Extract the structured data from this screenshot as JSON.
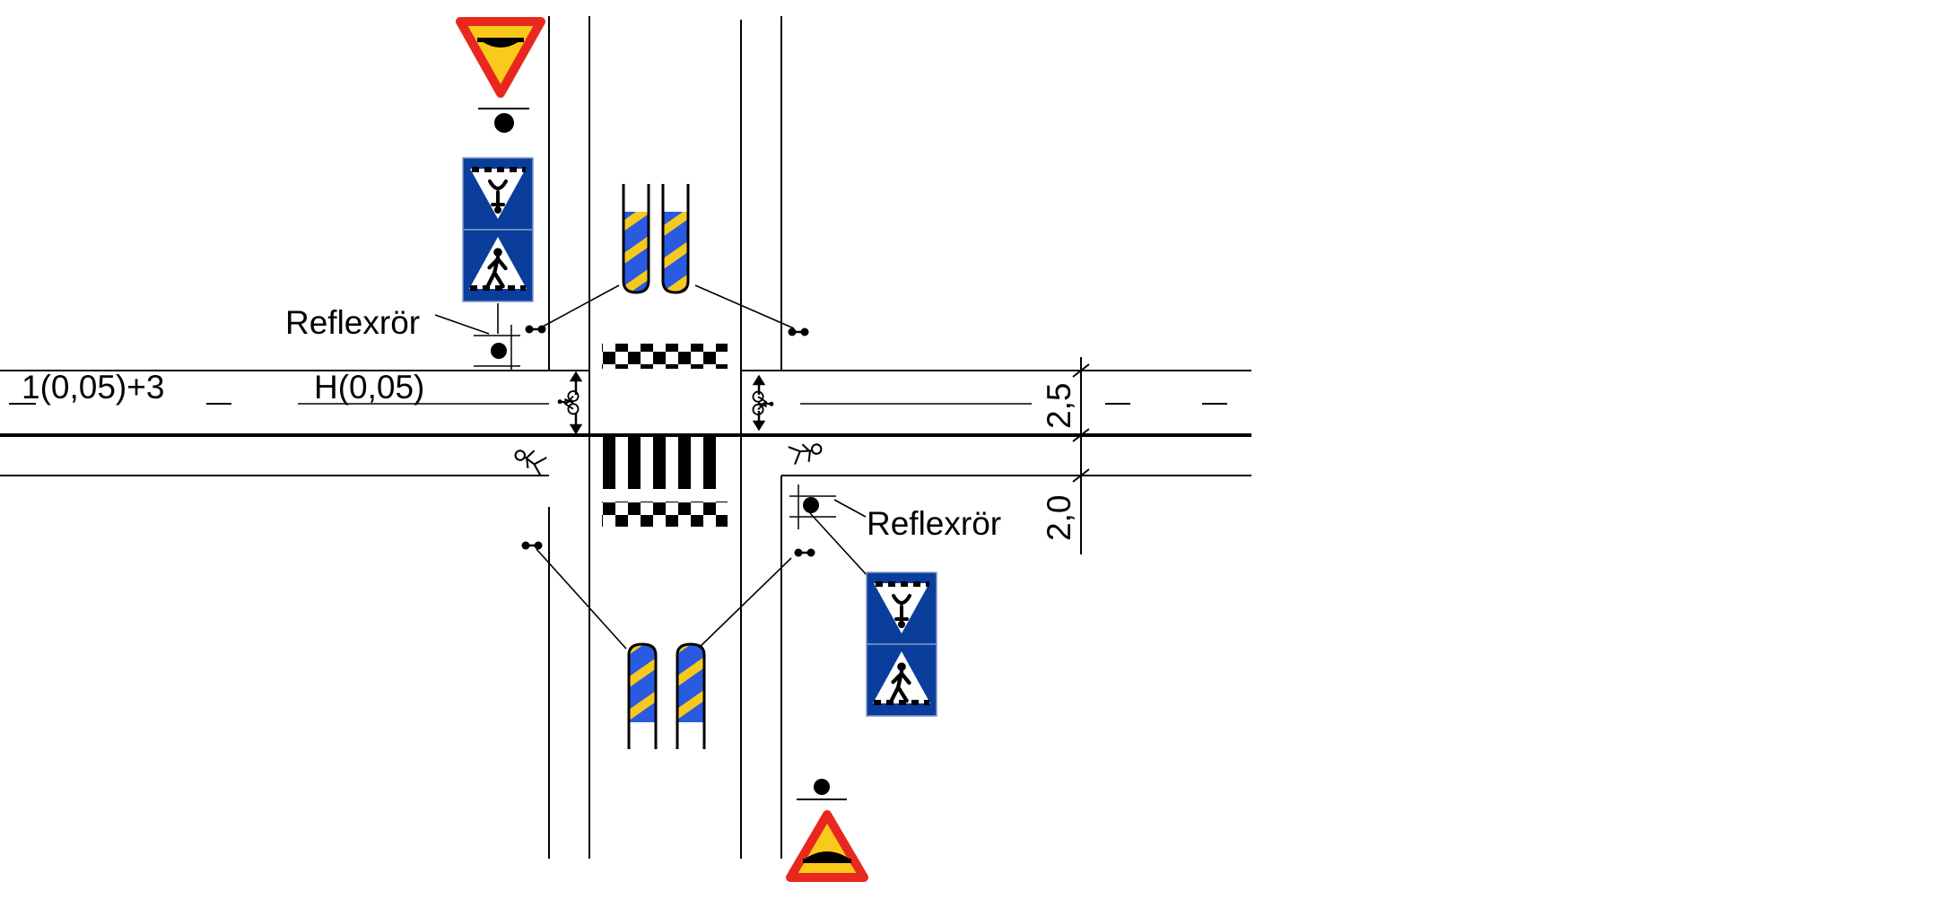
{
  "labels": {
    "reflex_top": "Reflexrör",
    "reflex_bottom": "Reflexrör",
    "marking_left": "1(0,05)+3",
    "marking_middle": "H(0,05)",
    "dim_cycle_lane": "2,5",
    "dim_sidewalk": "2,0"
  },
  "colors": {
    "sign_blue": "#0a3d9c",
    "bollard_blue": "#2a5ae0",
    "bollard_yellow": "#f7c81e",
    "warning_red": "#e8281e",
    "warning_yellow": "#f9c91c",
    "line": "#000000",
    "background": "#ffffff"
  },
  "icons": [
    "speed-bump-warning-icon",
    "pedestrian-crossing-sign-icon",
    "cycle-crossing-sign-icon",
    "reflector-post-icon",
    "bicycle-icon",
    "pedestrian-icon",
    "bollard-icon"
  ]
}
